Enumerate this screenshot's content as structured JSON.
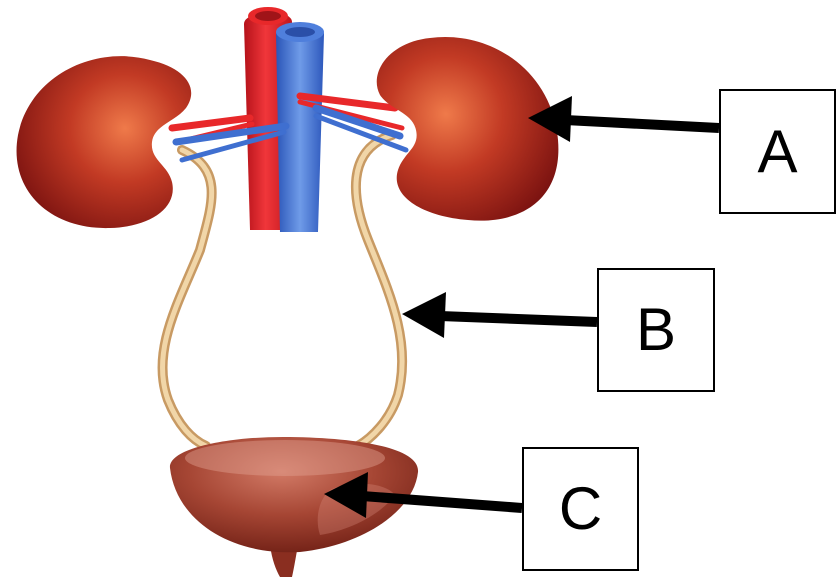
{
  "diagram": {
    "labels": {
      "a": "A",
      "b": "B",
      "c": "C"
    },
    "colors": {
      "kidney": "#a3201c",
      "kidney_highlight": "#e8603a",
      "artery": "#e8282a",
      "vein": "#3f6fd0",
      "ureter": "#d9b27c",
      "bladder": "#9e3a28",
      "arrow": "#000000"
    }
  }
}
